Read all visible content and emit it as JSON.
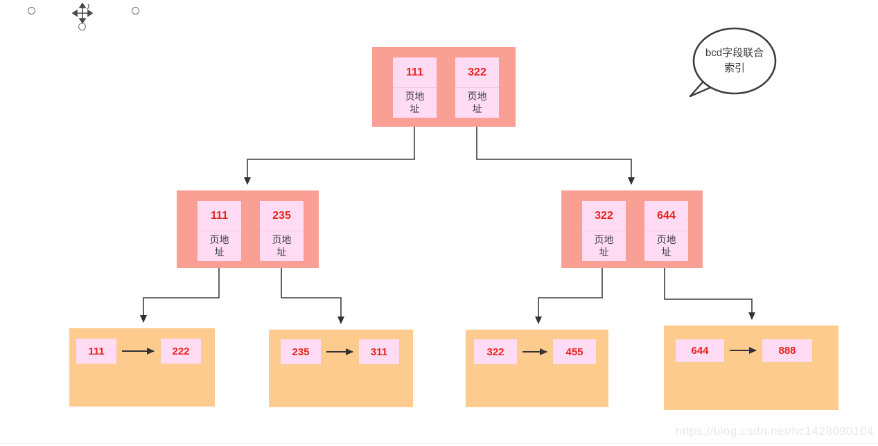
{
  "annotation": {
    "bubble_text": "bcd字段联合索引"
  },
  "tree": {
    "root": {
      "cells": [
        {
          "key": "111",
          "label": "页地址"
        },
        {
          "key": "322",
          "label": "页地址"
        }
      ]
    },
    "internal": [
      {
        "cells": [
          {
            "key": "111",
            "label": "页地址"
          },
          {
            "key": "235",
            "label": "页地址"
          }
        ]
      },
      {
        "cells": [
          {
            "key": "322",
            "label": "页地址"
          },
          {
            "key": "644",
            "label": "页地址"
          }
        ]
      }
    ],
    "leaves": [
      {
        "key": "111",
        "value": "222"
      },
      {
        "key": "235",
        "value": "311"
      },
      {
        "key": "322",
        "value": "455"
      },
      {
        "key": "644",
        "value": "888"
      }
    ]
  },
  "editor": {
    "handle_count": "3",
    "move_tool": "move-cursor"
  },
  "watermark": "https://blog.csdn.net/hc1428090104",
  "colors": {
    "internal_node_fill": "#fa9f93",
    "cell_fill": "#ffdcf4",
    "leaf_fill": "#fccb8d",
    "key_text": "#e8231d",
    "label_text": "#3d3d47",
    "line": "#3d3d3d"
  }
}
